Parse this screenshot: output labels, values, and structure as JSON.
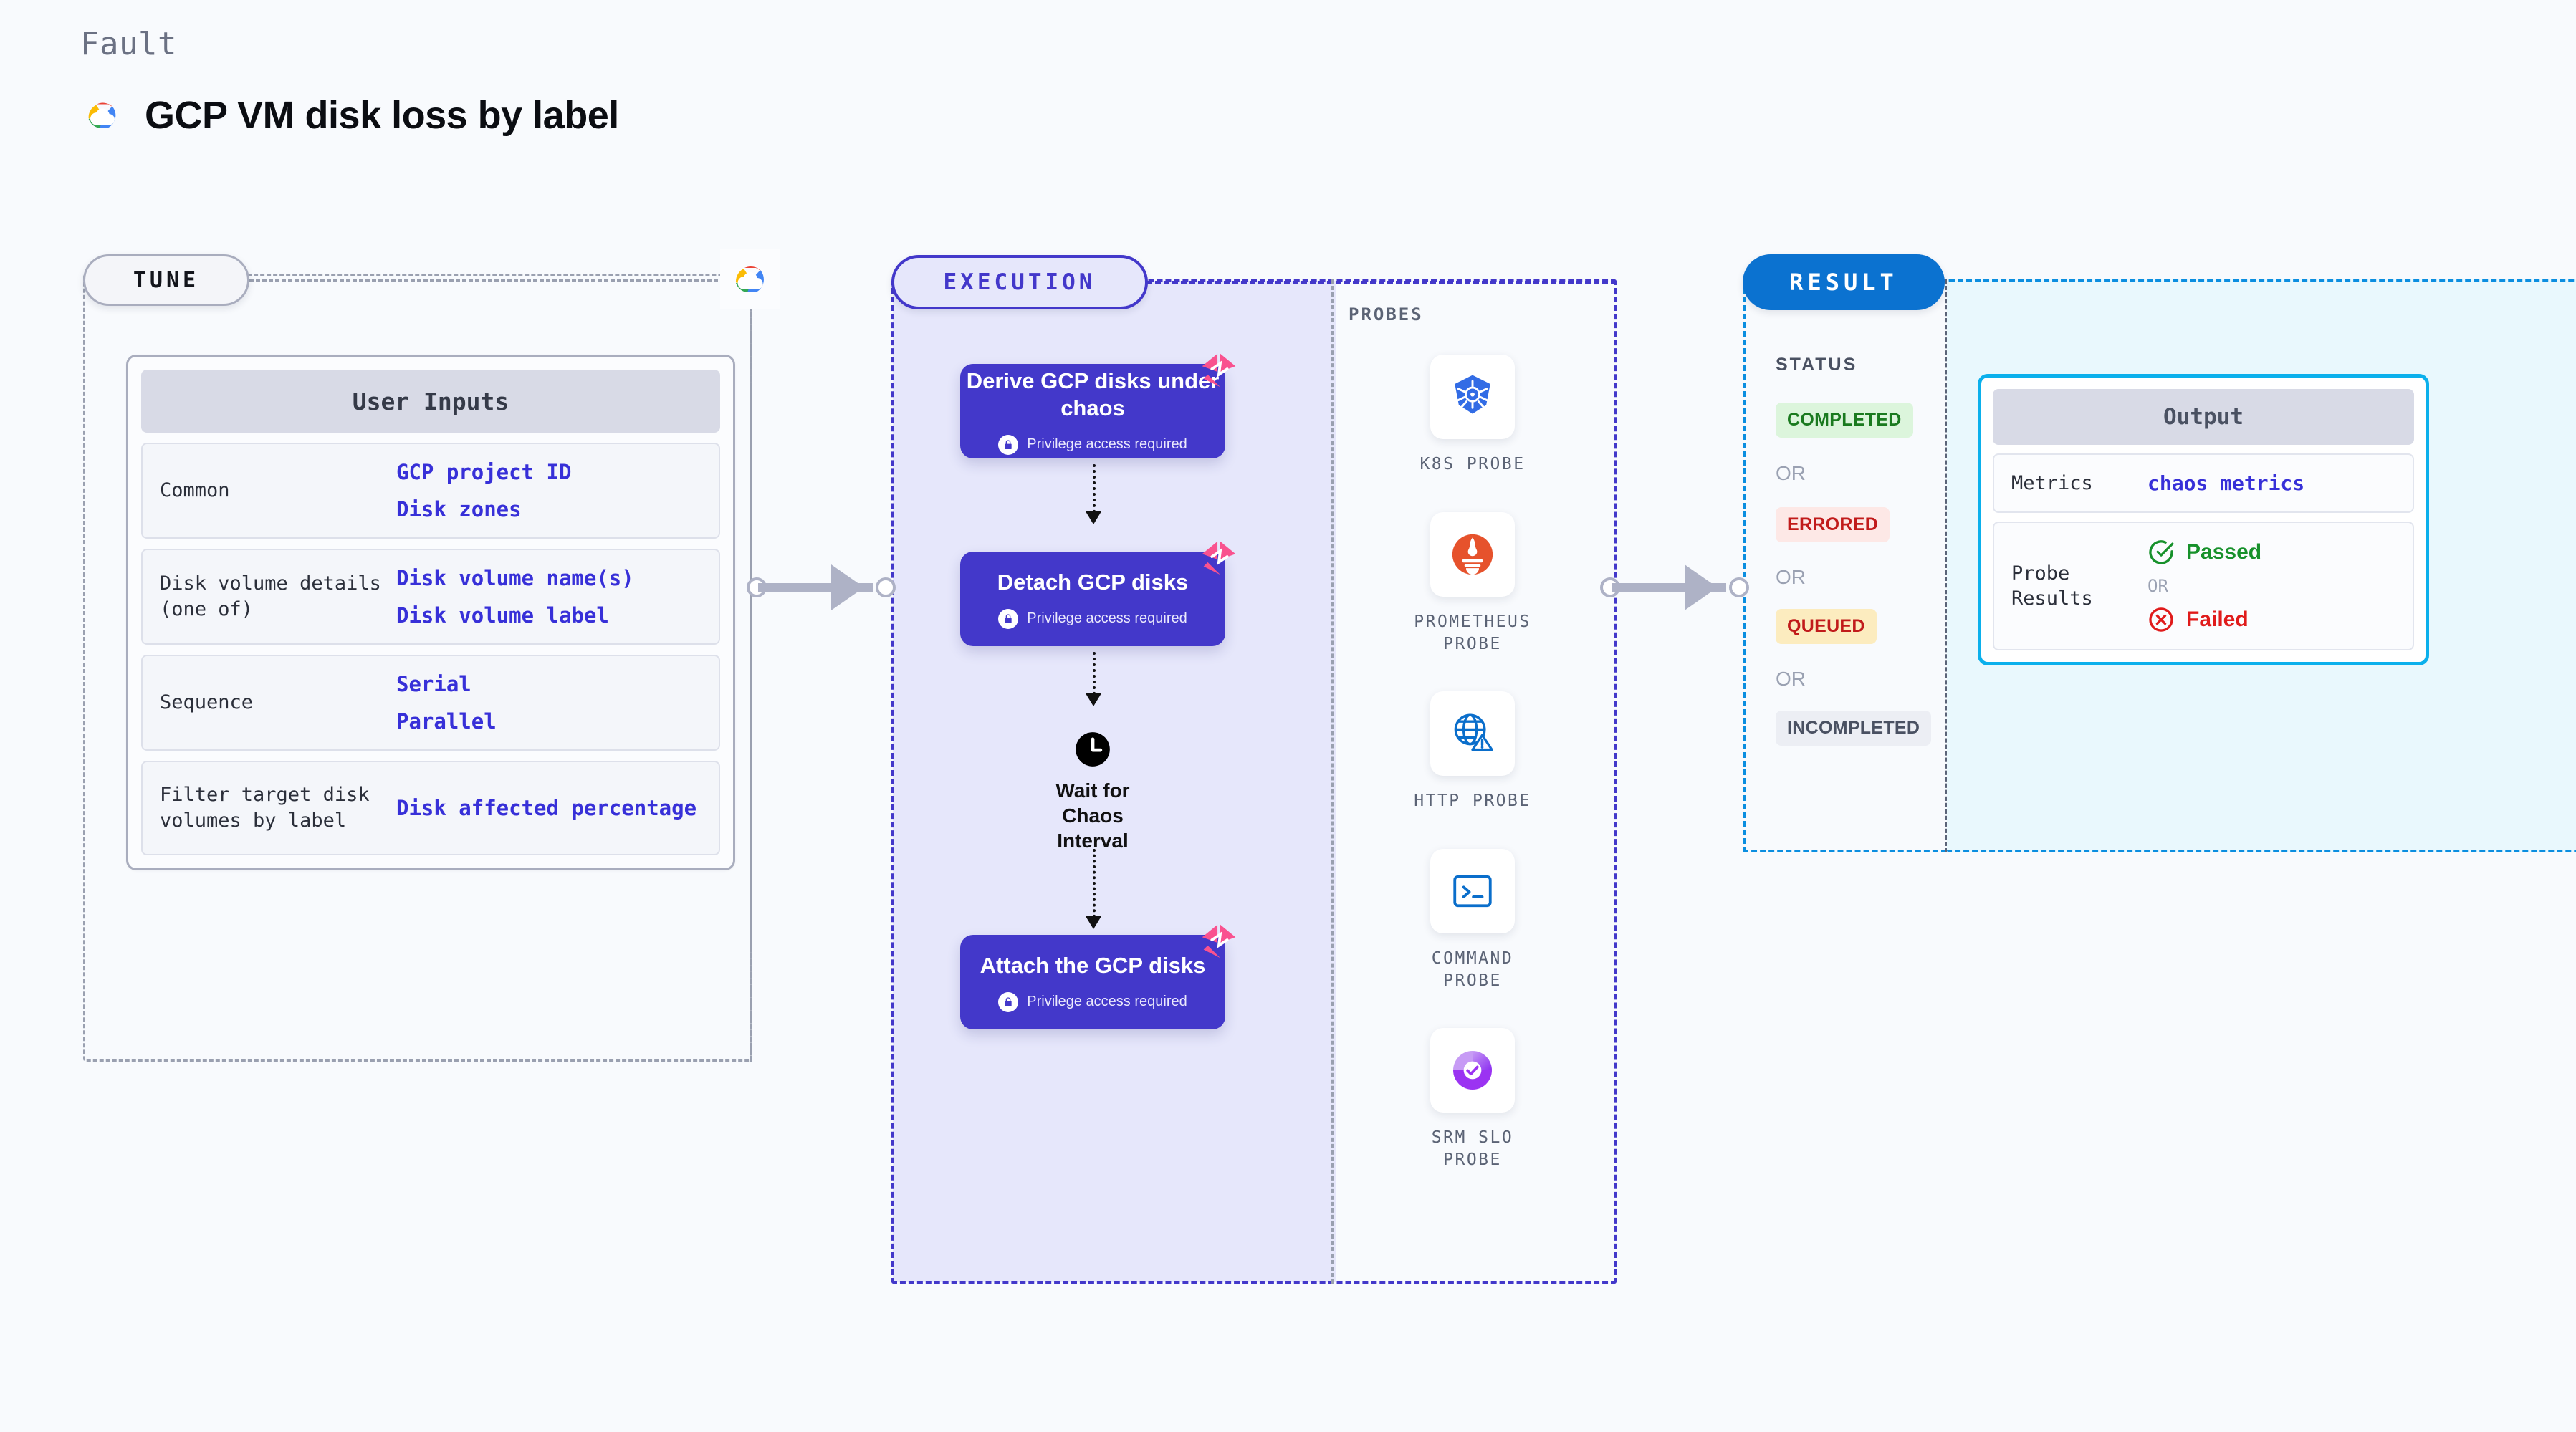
{
  "header": {
    "eyebrow": "Fault",
    "title": "GCP VM disk loss by label",
    "logo_icon": "google-cloud-logo"
  },
  "tune": {
    "pill_label": "TUNE",
    "badge_icon": "google-cloud-logo",
    "card_title": "User Inputs",
    "rows": [
      {
        "key": "Common",
        "values": [
          "GCP project ID",
          "Disk zones"
        ]
      },
      {
        "key": "Disk volume details (one of)",
        "values": [
          "Disk volume name(s)",
          "Disk volume label"
        ]
      },
      {
        "key": "Sequence",
        "values": [
          "Serial",
          "Parallel"
        ]
      },
      {
        "key": "Filter target disk volumes by label",
        "values": [
          "Disk affected percentage"
        ]
      }
    ]
  },
  "execution": {
    "pill_label": "EXECUTION",
    "steps": [
      {
        "title": "Derive GCP disks under chaos",
        "sub": "Privilege access required",
        "badge_icon": "litmus-chaos-logo",
        "lock_icon": "lock-icon"
      },
      {
        "title": "Detach GCP disks",
        "sub": "Privilege access required",
        "badge_icon": "litmus-chaos-logo",
        "lock_icon": "lock-icon"
      },
      {
        "title": "Attach the GCP disks",
        "sub": "Privilege access required",
        "badge_icon": "litmus-chaos-logo",
        "lock_icon": "lock-icon"
      }
    ],
    "wait_node": {
      "label": "Wait for Chaos Interval",
      "icon": "clock-icon"
    }
  },
  "probes": {
    "title": "PROBES",
    "items": [
      {
        "label": "K8S PROBE",
        "icon": "kubernetes-icon"
      },
      {
        "label": "PROMETHEUS PROBE",
        "icon": "prometheus-icon"
      },
      {
        "label": "HTTP PROBE",
        "icon": "http-globe-warning-icon"
      },
      {
        "label": "COMMAND PROBE",
        "icon": "terminal-icon"
      },
      {
        "label": "SRM SLO PROBE",
        "icon": "srm-slo-icon"
      }
    ]
  },
  "result": {
    "pill_label": "RESULT",
    "status_title": "STATUS",
    "or_label": "OR",
    "statuses": [
      {
        "label": "COMPLETED",
        "bg": "#dcf5dc",
        "fg": "#1a7a1f"
      },
      {
        "label": "ERRORED",
        "bg": "#fde8e6",
        "fg": "#c11b1b"
      },
      {
        "label": "QUEUED",
        "bg": "#fcecbf",
        "fg": "#c11b1b"
      },
      {
        "label": "INCOMPLETED",
        "bg": "#eceef4",
        "fg": "#4a5162"
      }
    ],
    "output": {
      "card_title": "Output",
      "metrics_key": "Metrics",
      "metrics_value": "chaos metrics",
      "probe_results_key": "Probe Results",
      "passed_label": "Passed",
      "failed_label": "Failed",
      "or_label": "OR",
      "passed_icon": "check-circle-icon",
      "failed_icon": "x-circle-icon"
    }
  },
  "colors": {
    "page_bg": "#f8fafd",
    "execution_accent": "#4338ca",
    "execution_fill": "#e6e7fb",
    "result_accent": "#0b8ee0",
    "result_fill": "#e9f8fd",
    "output_border": "#0bb0ec",
    "tune_border": "#9aa0b0",
    "value_text": "#3730d8",
    "litmus_pink": "#f9528f",
    "connector": "#aeb2c6"
  }
}
